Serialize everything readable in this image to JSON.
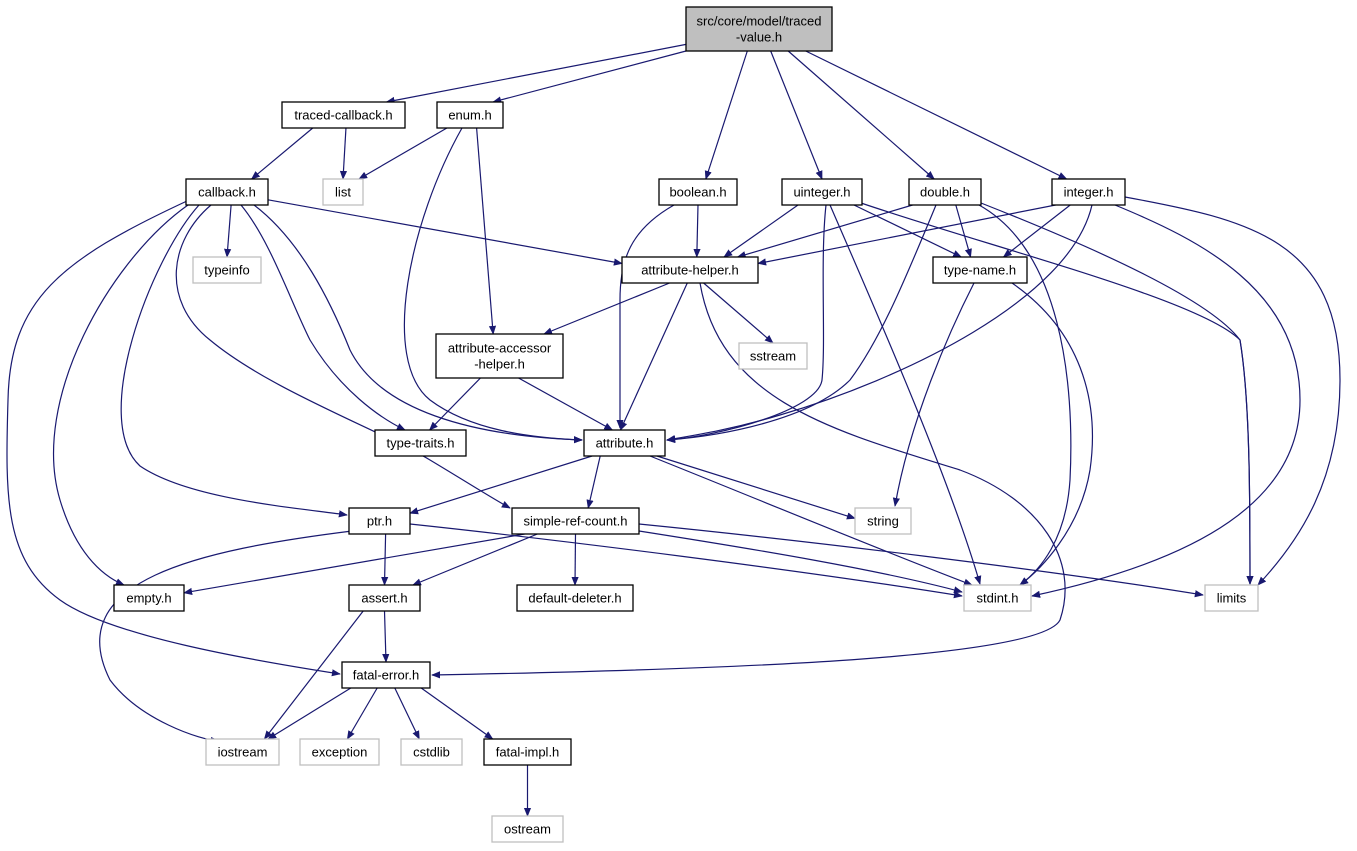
{
  "colors": {
    "edge": "#191970",
    "node_border": "#000000",
    "system_border": "#bfbfbf",
    "root_fill": "#bfbfbf",
    "node_fill": "#ffffff",
    "text": "#000000"
  },
  "nodes": [
    {
      "id": "traced-value",
      "lines": [
        "src/core/model/traced",
        "-value.h"
      ],
      "kind": "root"
    },
    {
      "id": "traced-callback",
      "lines": [
        "traced-callback.h"
      ],
      "kind": "header"
    },
    {
      "id": "enum",
      "lines": [
        "enum.h"
      ],
      "kind": "header"
    },
    {
      "id": "list",
      "lines": [
        "list"
      ],
      "kind": "system"
    },
    {
      "id": "callback",
      "lines": [
        "callback.h"
      ],
      "kind": "header"
    },
    {
      "id": "boolean",
      "lines": [
        "boolean.h"
      ],
      "kind": "header"
    },
    {
      "id": "uinteger",
      "lines": [
        "uinteger.h"
      ],
      "kind": "header"
    },
    {
      "id": "double",
      "lines": [
        "double.h"
      ],
      "kind": "header"
    },
    {
      "id": "integer",
      "lines": [
        "integer.h"
      ],
      "kind": "header"
    },
    {
      "id": "typeinfo",
      "lines": [
        "typeinfo"
      ],
      "kind": "system"
    },
    {
      "id": "attribute-helper",
      "lines": [
        "attribute-helper.h"
      ],
      "kind": "header"
    },
    {
      "id": "type-name",
      "lines": [
        "type-name.h"
      ],
      "kind": "header"
    },
    {
      "id": "attribute-accessor-helper",
      "lines": [
        "attribute-accessor",
        "-helper.h"
      ],
      "kind": "header"
    },
    {
      "id": "sstream",
      "lines": [
        "sstream"
      ],
      "kind": "system"
    },
    {
      "id": "type-traits",
      "lines": [
        "type-traits.h"
      ],
      "kind": "header"
    },
    {
      "id": "attribute",
      "lines": [
        "attribute.h"
      ],
      "kind": "header"
    },
    {
      "id": "ptr",
      "lines": [
        "ptr.h"
      ],
      "kind": "header"
    },
    {
      "id": "simple-ref-count",
      "lines": [
        "simple-ref-count.h"
      ],
      "kind": "header"
    },
    {
      "id": "string",
      "lines": [
        "string"
      ],
      "kind": "system"
    },
    {
      "id": "empty",
      "lines": [
        "empty.h"
      ],
      "kind": "header"
    },
    {
      "id": "assert",
      "lines": [
        "assert.h"
      ],
      "kind": "header"
    },
    {
      "id": "default-deleter",
      "lines": [
        "default-deleter.h"
      ],
      "kind": "header"
    },
    {
      "id": "stdint",
      "lines": [
        "stdint.h"
      ],
      "kind": "system"
    },
    {
      "id": "limits",
      "lines": [
        "limits"
      ],
      "kind": "system"
    },
    {
      "id": "fatal-error",
      "lines": [
        "fatal-error.h"
      ],
      "kind": "header"
    },
    {
      "id": "iostream",
      "lines": [
        "iostream"
      ],
      "kind": "system"
    },
    {
      "id": "exception",
      "lines": [
        "exception"
      ],
      "kind": "system"
    },
    {
      "id": "cstdlib",
      "lines": [
        "cstdlib"
      ],
      "kind": "system"
    },
    {
      "id": "fatal-impl",
      "lines": [
        "fatal-impl.h"
      ],
      "kind": "header"
    },
    {
      "id": "ostream",
      "lines": [
        "ostream"
      ],
      "kind": "system"
    }
  ],
  "edges": [
    [
      "traced-value",
      "traced-callback"
    ],
    [
      "traced-value",
      "enum"
    ],
    [
      "traced-value",
      "boolean"
    ],
    [
      "traced-value",
      "uinteger"
    ],
    [
      "traced-value",
      "double"
    ],
    [
      "traced-value",
      "integer"
    ],
    [
      "traced-callback",
      "list"
    ],
    [
      "traced-callback",
      "callback"
    ],
    [
      "enum",
      "list"
    ],
    [
      "enum",
      "attribute"
    ],
    [
      "enum",
      "attribute-accessor-helper"
    ],
    [
      "callback",
      "typeinfo"
    ],
    [
      "callback",
      "attribute-helper"
    ],
    [
      "callback",
      "type-traits"
    ],
    [
      "callback",
      "attribute"
    ],
    [
      "callback",
      "ptr"
    ],
    [
      "callback",
      "simple-ref-count"
    ],
    [
      "callback",
      "empty"
    ],
    [
      "callback",
      "fatal-error"
    ],
    [
      "boolean",
      "attribute-helper"
    ],
    [
      "boolean",
      "attribute"
    ],
    [
      "uinteger",
      "attribute-helper"
    ],
    [
      "uinteger",
      "type-name"
    ],
    [
      "uinteger",
      "attribute"
    ],
    [
      "uinteger",
      "stdint"
    ],
    [
      "uinteger",
      "limits"
    ],
    [
      "double",
      "attribute-helper"
    ],
    [
      "double",
      "type-name"
    ],
    [
      "double",
      "attribute"
    ],
    [
      "double",
      "stdint"
    ],
    [
      "double",
      "limits"
    ],
    [
      "integer",
      "attribute-helper"
    ],
    [
      "integer",
      "type-name"
    ],
    [
      "integer",
      "attribute"
    ],
    [
      "integer",
      "stdint"
    ],
    [
      "integer",
      "limits"
    ],
    [
      "attribute-helper",
      "attribute-accessor-helper"
    ],
    [
      "attribute-helper",
      "sstream"
    ],
    [
      "attribute-helper",
      "attribute"
    ],
    [
      "attribute-helper",
      "fatal-error"
    ],
    [
      "type-name",
      "string"
    ],
    [
      "type-name",
      "stdint"
    ],
    [
      "attribute-accessor-helper",
      "type-traits"
    ],
    [
      "attribute-accessor-helper",
      "attribute"
    ],
    [
      "attribute",
      "ptr"
    ],
    [
      "attribute",
      "simple-ref-count"
    ],
    [
      "attribute",
      "string"
    ],
    [
      "attribute",
      "stdint"
    ],
    [
      "ptr",
      "assert"
    ],
    [
      "ptr",
      "stdint"
    ],
    [
      "ptr",
      "iostream"
    ],
    [
      "simple-ref-count",
      "empty"
    ],
    [
      "simple-ref-count",
      "assert"
    ],
    [
      "simple-ref-count",
      "default-deleter"
    ],
    [
      "simple-ref-count",
      "stdint"
    ],
    [
      "simple-ref-count",
      "limits"
    ],
    [
      "assert",
      "fatal-error"
    ],
    [
      "assert",
      "iostream"
    ],
    [
      "fatal-error",
      "iostream"
    ],
    [
      "fatal-error",
      "exception"
    ],
    [
      "fatal-error",
      "cstdlib"
    ],
    [
      "fatal-error",
      "fatal-impl"
    ],
    [
      "fatal-impl",
      "ostream"
    ]
  ]
}
